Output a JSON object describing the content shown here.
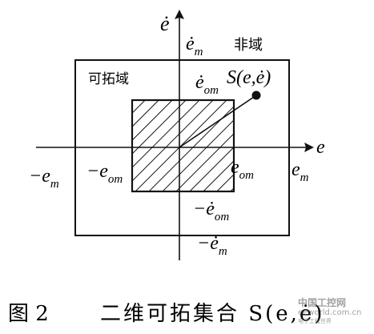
{
  "diagram": {
    "y_axis_label": "ė",
    "x_axis_label": "e",
    "y_axis_top_tick": "ė",
    "y_axis_top_tick_sub": "m",
    "non_domain_label": "非域",
    "extension_domain_label": "可拓域",
    "y_inner_top": "ė",
    "y_inner_top_sub": "om",
    "point_label": "S(e,ė)",
    "left_outer": "−e",
    "left_outer_sub": "m",
    "left_inner": "−e",
    "left_inner_sub": "om",
    "right_inner": "e",
    "right_inner_sub": "om",
    "right_outer": "e",
    "right_outer_sub": "m",
    "y_inner_bottom": "−ė",
    "y_inner_bottom_sub": "om",
    "y_outer_bottom": "−ė",
    "y_outer_bottom_sub": "m"
  },
  "caption": {
    "figure_number": "图 2",
    "title": "二维可拓集合 S(e,ė)"
  },
  "watermark": {
    "line1": "中国工控网",
    "line2": "eeworld.com.cn",
    "line3": "电子工程世界"
  }
}
